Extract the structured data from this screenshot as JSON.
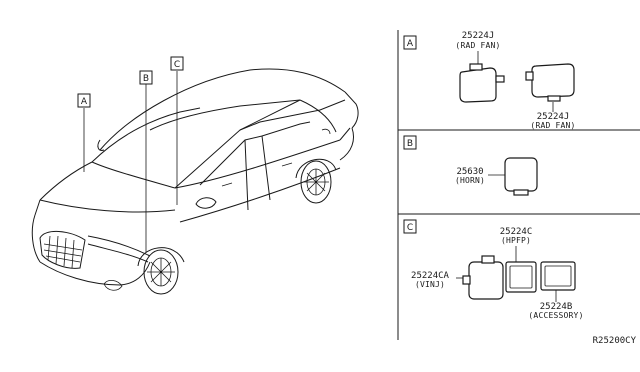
{
  "callouts": {
    "a": "A",
    "b": "B",
    "c": "C"
  },
  "sections": [
    {
      "letter": "A",
      "parts": [
        {
          "code": "25224J",
          "desc": "(RAD FAN)"
        },
        {
          "code": "25224J",
          "desc": "(RAD FAN)"
        }
      ]
    },
    {
      "letter": "B",
      "parts": [
        {
          "code": "25630",
          "desc": "(HORN)"
        }
      ]
    },
    {
      "letter": "C",
      "parts": [
        {
          "code": "25224C",
          "desc": "(HPFP)"
        },
        {
          "code": "25224CA",
          "desc": "(VINJ)"
        },
        {
          "code": "25224B",
          "desc": "(ACCESSORY)"
        }
      ]
    }
  ],
  "diagram_code": "R25200CY"
}
